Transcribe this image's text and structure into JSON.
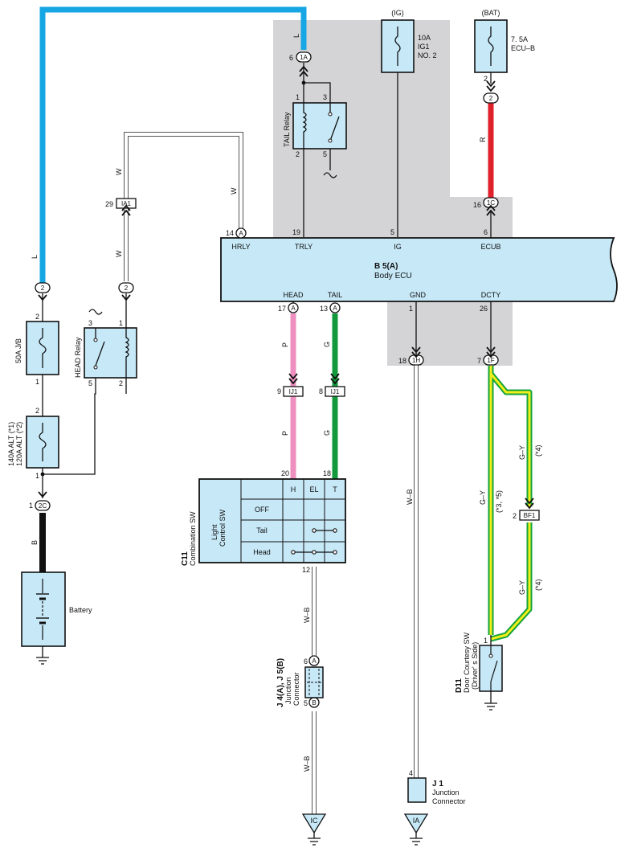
{
  "colors": {
    "L": "#16a6e3",
    "W": "#ffffff",
    "R": "#e0202a",
    "P": "#ee8fc0",
    "G": "#11993b",
    "GY_green": "#13a43c",
    "GY_yellow": "#f2ee1a",
    "B": "#111111",
    "WB": "#ffffff",
    "panel": "#d4d4d6",
    "box_fill": "#c6e8f7"
  },
  "power": {
    "ig": "(IG)",
    "ig_fuse": [
      "10A",
      "IG1",
      "NO. 2"
    ],
    "bat": "(BAT)",
    "bat_fuse": [
      "7. 5A",
      "ECU–B"
    ]
  },
  "connectors": {
    "c1a": "1A",
    "c2_ecub": "2",
    "c1c": "1C",
    "ca": "A",
    "cb": "B",
    "c1h": "1H",
    "c1f": "1F",
    "c2c": "2C",
    "ia1": "IA1",
    "ij1": "IJ1",
    "bf1": "BF1",
    "c2": "2"
  },
  "pins": {
    "p6": "6",
    "p1": "1",
    "p3": "3",
    "p2": "2",
    "p5": "5",
    "p19": "19",
    "p16": "16",
    "p14": "14",
    "p29": "29",
    "p17": "17",
    "p13": "13",
    "p26": "26",
    "p18": "18",
    "p7": "7",
    "p9": "9",
    "p8": "8",
    "p20": "20",
    "p12": "12",
    "p4": "4"
  },
  "wires": {
    "L": "L",
    "W": "W",
    "R": "R",
    "P": "P",
    "G": "G",
    "WB": "W–B",
    "B": "B",
    "GY": "G–Y",
    "ref4": "(*4)",
    "ref35": "(*3, *5)"
  },
  "tail_relay": "TAIL Relay",
  "head_relay": "HEAD Relay",
  "fuse_50a": "50A J/B",
  "fuse_alt": [
    "140A ALT (*1)",
    "120A ALT (*2)"
  ],
  "battery": "Battery",
  "ecu": {
    "code": "B 5(A)",
    "name": "Body ECU",
    "terminals_top": [
      "HRLY",
      "TRLY",
      "IG",
      "ECUB"
    ],
    "terminals_bottom": [
      "HEAD",
      "TAIL",
      "GND",
      "DCTY"
    ]
  },
  "combination_sw": {
    "code": "C11",
    "name": "Combination SW",
    "sub": [
      "Light",
      "Control SW"
    ],
    "cols": [
      "H",
      "EL",
      "T"
    ],
    "rows": [
      "OFF",
      "Tail",
      "Head"
    ]
  },
  "junction_j4": {
    "code": "J 4(A), J 5(B)",
    "name": [
      "Junction",
      "Connector"
    ]
  },
  "junction_j1": {
    "code": "J 1",
    "name": [
      "Junction",
      "Connector"
    ]
  },
  "door_sw": {
    "code": "D11",
    "name": [
      "Door Courtesy SW",
      "(Driver' s Side)"
    ]
  },
  "grounds": {
    "ic": "IC",
    "ia": "IA"
  }
}
